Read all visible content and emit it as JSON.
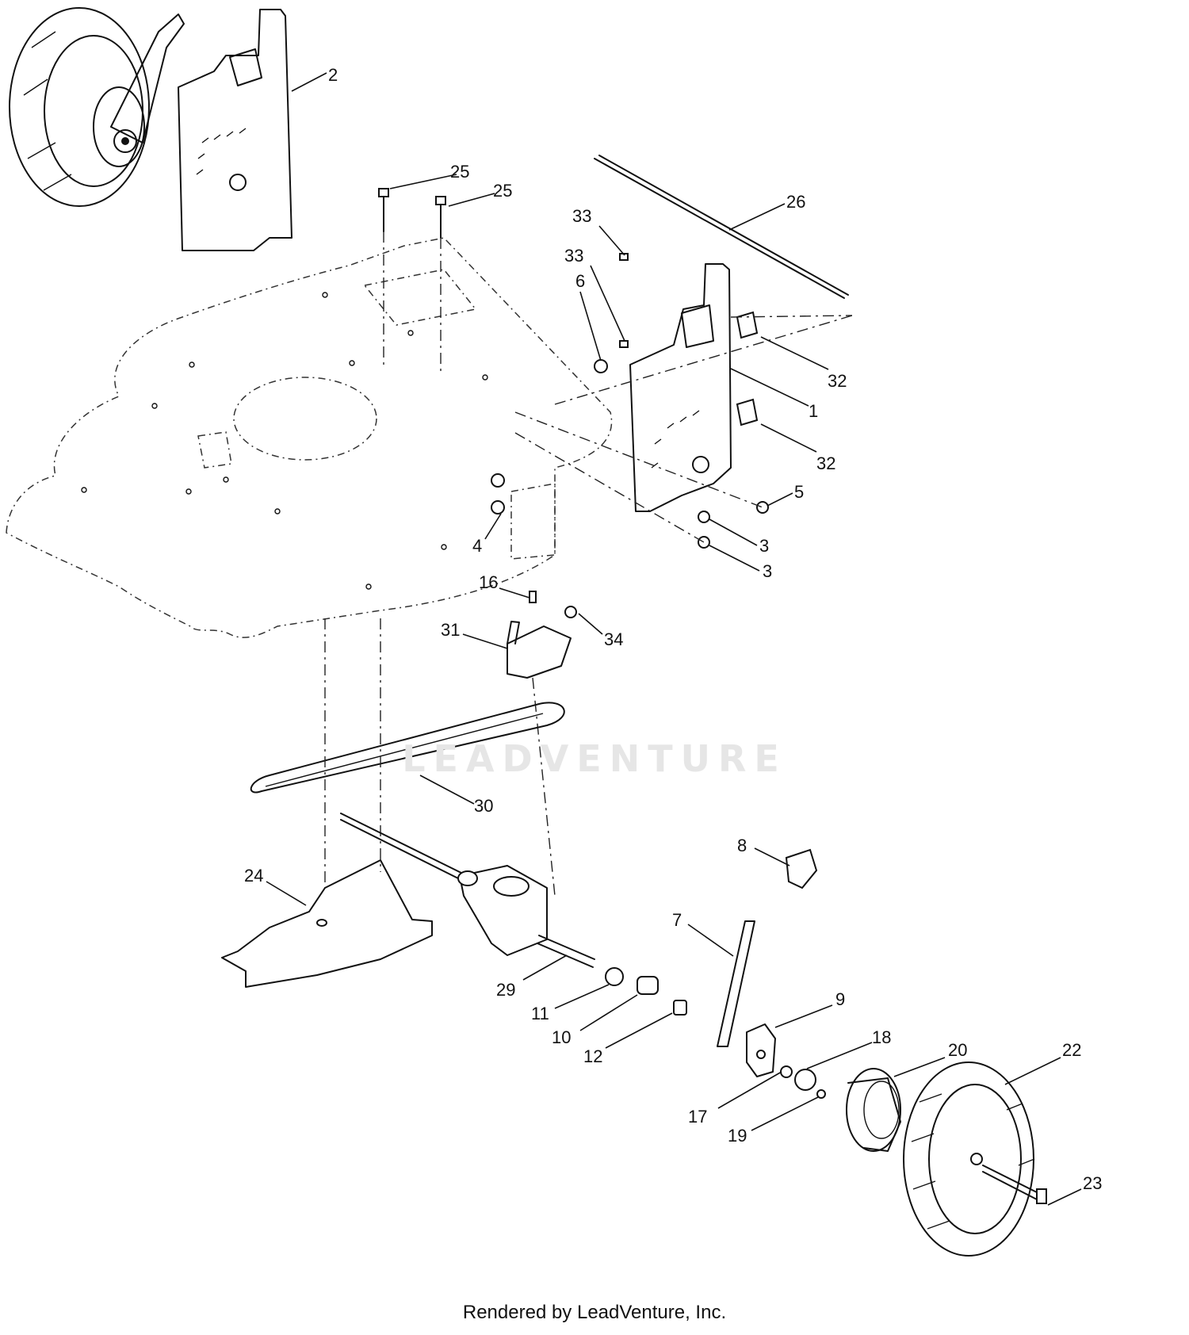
{
  "watermark": "LEADVENTURE",
  "footer": "Rendered by LeadVenture, Inc.",
  "callouts": [
    {
      "id": "c2",
      "label": "2"
    },
    {
      "id": "c25a",
      "label": "25"
    },
    {
      "id": "c25b",
      "label": "25"
    },
    {
      "id": "c26",
      "label": "26"
    },
    {
      "id": "c33a",
      "label": "33"
    },
    {
      "id": "c33b",
      "label": "33"
    },
    {
      "id": "c6",
      "label": "6"
    },
    {
      "id": "c32a",
      "label": "32"
    },
    {
      "id": "c1",
      "label": "1"
    },
    {
      "id": "c32b",
      "label": "32"
    },
    {
      "id": "c5",
      "label": "5"
    },
    {
      "id": "c3a",
      "label": "3"
    },
    {
      "id": "c3b",
      "label": "3"
    },
    {
      "id": "c4",
      "label": "4"
    },
    {
      "id": "c16",
      "label": "16"
    },
    {
      "id": "c34",
      "label": "34"
    },
    {
      "id": "c31",
      "label": "31"
    },
    {
      "id": "c30",
      "label": "30"
    },
    {
      "id": "c8",
      "label": "8"
    },
    {
      "id": "c24",
      "label": "24"
    },
    {
      "id": "c7",
      "label": "7"
    },
    {
      "id": "c29",
      "label": "29"
    },
    {
      "id": "c11",
      "label": "11"
    },
    {
      "id": "c10",
      "label": "10"
    },
    {
      "id": "c12",
      "label": "12"
    },
    {
      "id": "c9",
      "label": "9"
    },
    {
      "id": "c18",
      "label": "18"
    },
    {
      "id": "c20",
      "label": "20"
    },
    {
      "id": "c22",
      "label": "22"
    },
    {
      "id": "c17",
      "label": "17"
    },
    {
      "id": "c19",
      "label": "19"
    },
    {
      "id": "c23",
      "label": "23"
    }
  ]
}
